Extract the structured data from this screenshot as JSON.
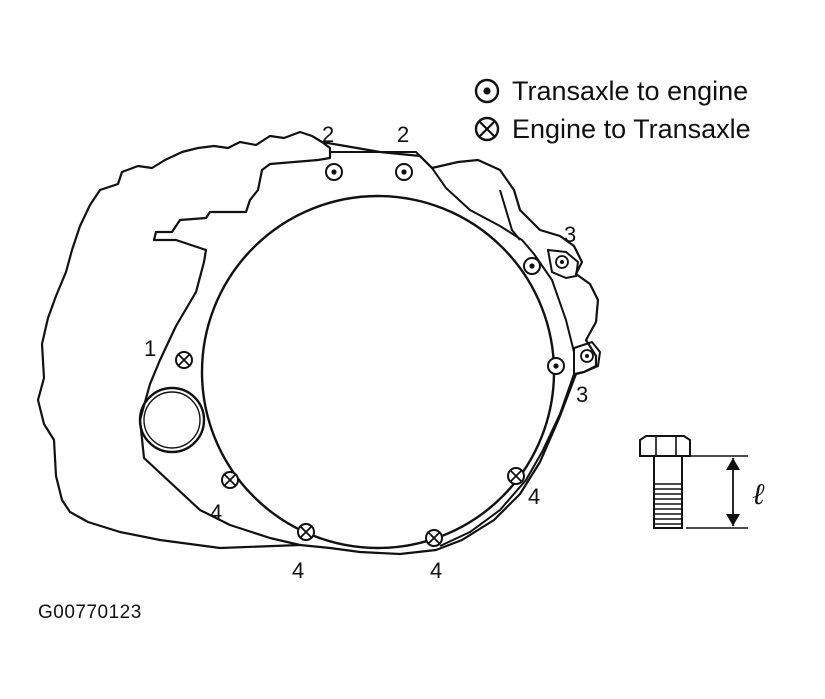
{
  "legend": {
    "transaxle_to_engine": "Transaxle to engine",
    "engine_to_transaxle": "Engine to Transaxle"
  },
  "labels": {
    "bolt_1": "1",
    "bolt_2a": "2",
    "bolt_2b": "2",
    "bolt_3a": "3",
    "bolt_3b": "3",
    "bolt_4a": "4",
    "bolt_4b": "4",
    "bolt_4c": "4",
    "bolt_4d": "4",
    "length_symbol": "ℓ"
  },
  "figure_code": "G00770123",
  "colors": {
    "line": "#111111",
    "background": "#ffffff"
  }
}
